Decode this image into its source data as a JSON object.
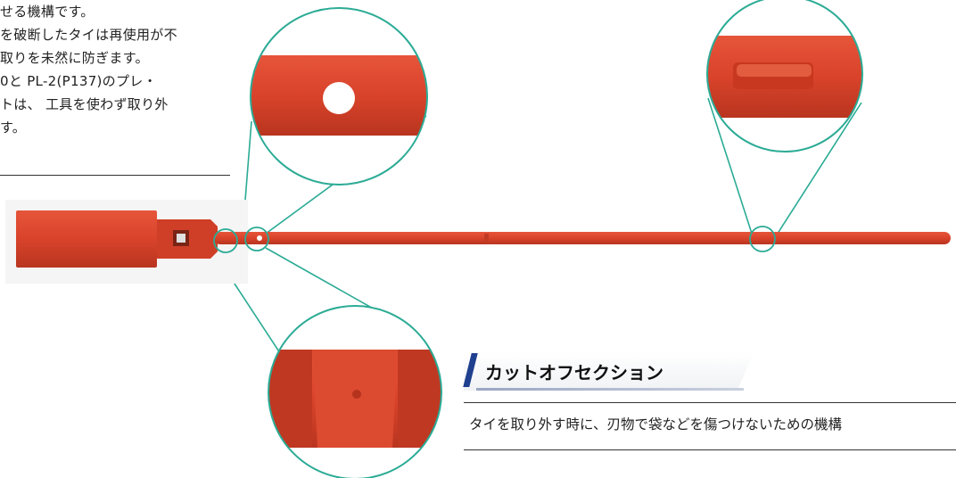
{
  "intro": {
    "lines": [
      "せる機構です。",
      "を破断したタイは再使用が不",
      "取りを未然に防ぎます。",
      "0と PL-2(P137)のプレ・",
      "トは、 工具を使わず取り外",
      "す。"
    ]
  },
  "section": {
    "title": "カットオフセクション",
    "description": "タイを取り外す時に、刃物で袋などを傷つけないための機構"
  },
  "colors": {
    "tie_red": "#d9432b",
    "tie_dark": "#b5321d",
    "callout_teal": "#2bab95",
    "accent_navy": "#1f3f8f"
  }
}
